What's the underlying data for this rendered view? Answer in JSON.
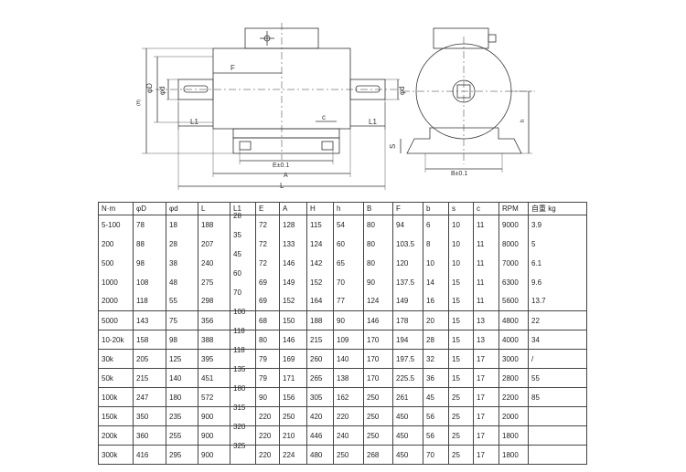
{
  "drawing": {
    "labels": {
      "phi_D": "φD",
      "phi_d_left": "φd",
      "phi_d_right": "φd",
      "F": "F",
      "L1_left": "L1",
      "L1_right": "L1",
      "c": "c",
      "S": "S",
      "E": "E±0.1",
      "A": "A",
      "L": "L",
      "B": "B±0.1",
      "left_height": "(H)",
      "h": "h"
    }
  },
  "table": {
    "headers": [
      "N·m",
      "φD",
      "φd",
      "L",
      "L1",
      "E",
      "A",
      "H",
      "h",
      "B",
      "F",
      "b",
      "s",
      "c",
      "RPM",
      "自重 kg"
    ],
    "rows": [
      [
        "5-100",
        "78",
        "18",
        "188",
        "28",
        "72",
        "128",
        "115",
        "54",
        "80",
        "94",
        "6",
        "10",
        "11",
        "9000",
        "3.9"
      ],
      [
        "200",
        "88",
        "28",
        "207",
        "35",
        "72",
        "133",
        "124",
        "60",
        "80",
        "103.5",
        "8",
        "10",
        "11",
        "8000",
        "5"
      ],
      [
        "500",
        "98",
        "38",
        "240",
        "45",
        "72",
        "146",
        "142",
        "65",
        "80",
        "120",
        "10",
        "10",
        "11",
        "7000",
        "6.1"
      ],
      [
        "1000",
        "108",
        "48",
        "275",
        "60",
        "69",
        "149",
        "152",
        "70",
        "90",
        "137.5",
        "14",
        "15",
        "11",
        "6300",
        "9.6"
      ],
      [
        "2000",
        "118",
        "55",
        "298",
        "70",
        "69",
        "152",
        "164",
        "77",
        "124",
        "149",
        "16",
        "15",
        "11",
        "5600",
        "13.7"
      ],
      [
        "5000",
        "143",
        "75",
        "356",
        "100",
        "68",
        "150",
        "188",
        "90",
        "146",
        "178",
        "20",
        "15",
        "13",
        "4800",
        "22"
      ],
      [
        "10-20k",
        "158",
        "98",
        "388",
        "118",
        "80",
        "146",
        "215",
        "109",
        "170",
        "194",
        "28",
        "15",
        "13",
        "4000",
        "34"
      ],
      [
        "30k",
        "205",
        "125",
        "395",
        "118",
        "79",
        "169",
        "260",
        "140",
        "170",
        "197.5",
        "32",
        "15",
        "17",
        "3000",
        "/"
      ],
      [
        "50k",
        "215",
        "140",
        "451",
        "135",
        "79",
        "171",
        "265",
        "138",
        "170",
        "225.5",
        "36",
        "15",
        "17",
        "2800",
        "55"
      ],
      [
        "100k",
        "247",
        "180",
        "572",
        "180",
        "90",
        "156",
        "305",
        "162",
        "250",
        "261",
        "45",
        "25",
        "17",
        "2200",
        "85"
      ],
      [
        "150k",
        "350",
        "235",
        "900",
        "315",
        "220",
        "250",
        "420",
        "220",
        "250",
        "450",
        "56",
        "25",
        "17",
        "2000",
        ""
      ],
      [
        "200k",
        "360",
        "255",
        "900",
        "320",
        "220",
        "210",
        "446",
        "240",
        "250",
        "450",
        "56",
        "25",
        "17",
        "1800",
        ""
      ],
      [
        "300k",
        "416",
        "295",
        "900",
        "325",
        "220",
        "224",
        "480",
        "250",
        "268",
        "450",
        "70",
        "25",
        "17",
        "1800",
        ""
      ]
    ]
  }
}
